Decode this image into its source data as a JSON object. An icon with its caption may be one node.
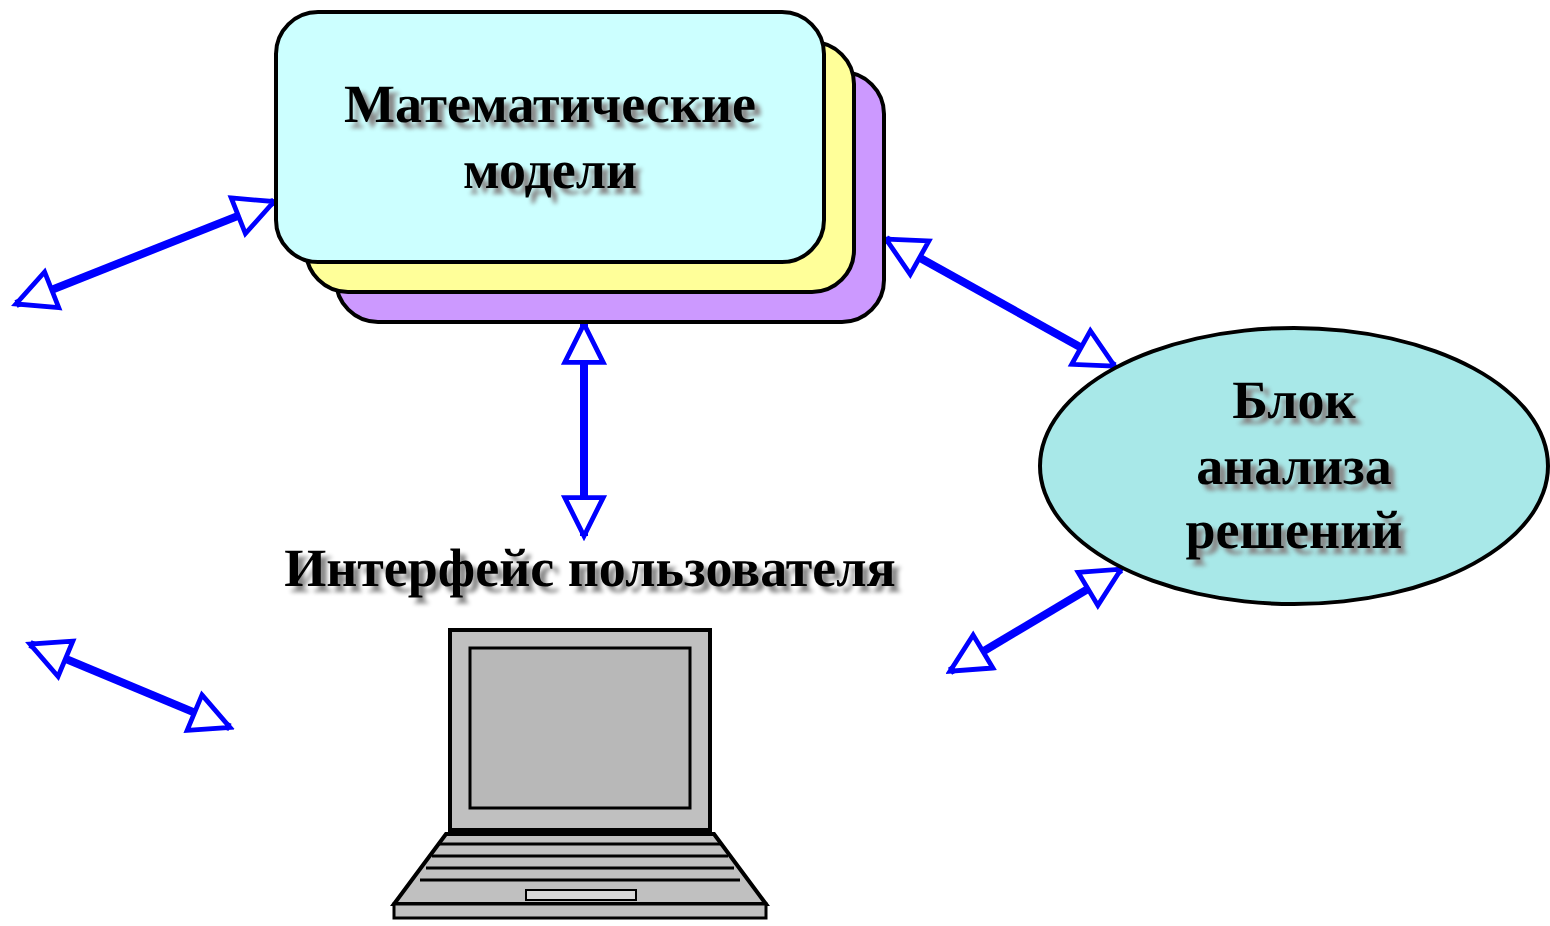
{
  "diagram": {
    "nodes": [
      {
        "text": [
          "Математические модели"
        ]
      },
      {
        "text": [
          "Блок анализа решений"
        ]
      },
      {
        "text": [
          "Интерфейс пользователя"
        ]
      }
    ],
    "edges": [
      {
        "from": null,
        "to": 0,
        "arrow": "both"
      },
      {
        "from": 0,
        "to": 1,
        "arrow": "both"
      },
      {
        "from": 0,
        "to": 2,
        "arrow": "both"
      },
      {
        "from": null,
        "to": 2,
        "arrow": "both"
      },
      {
        "from": 2,
        "to": 1,
        "arrow": "both"
      }
    ]
  }
}
